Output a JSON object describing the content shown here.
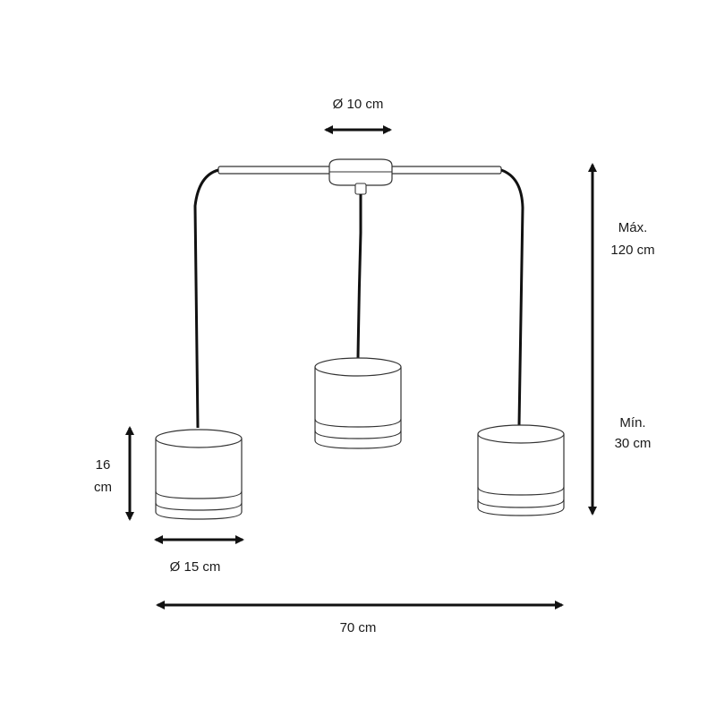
{
  "dimensions": {
    "canopy_diameter": "Ø 10 cm",
    "cable_max_line1": "Máx.",
    "cable_max_line2": "120 cm",
    "cable_min_line1": "Mín.",
    "cable_min_line2": "30 cm",
    "shade_height_line1": "16",
    "shade_height_line2": "cm",
    "shade_diameter": "Ø 15 cm",
    "total_width": "70 cm"
  },
  "lamp": {
    "shade_count": 3
  }
}
